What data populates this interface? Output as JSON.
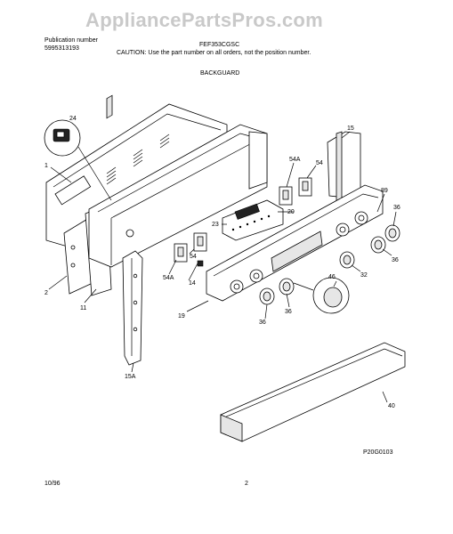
{
  "watermark": "AppliancePartsPros.com",
  "header": {
    "publication_label": "Publication number",
    "publication_number": "5995313193",
    "model": "FEF353CGSC",
    "caution": "CAUTION:  Use the part number on all orders, not the position number.",
    "section_title": "BACKGUARD"
  },
  "callouts": [
    "24",
    "1",
    "15",
    "54A",
    "54",
    "89",
    "36",
    "20",
    "23",
    "54",
    "14",
    "54A",
    "2",
    "11",
    "36",
    "32",
    "46",
    "19",
    "36",
    "36",
    "15A",
    "40"
  ],
  "diagram_code": "P20G0103",
  "footer": {
    "date": "10/96",
    "page": "2"
  }
}
